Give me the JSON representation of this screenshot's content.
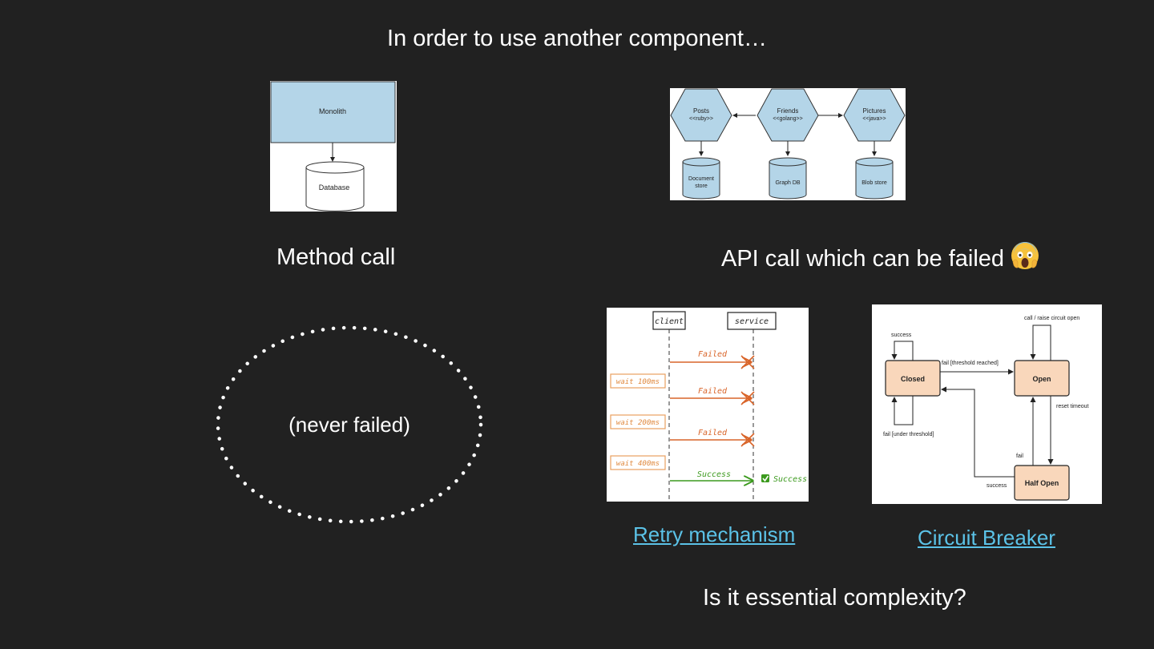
{
  "slide": {
    "title": "In order to use another component…",
    "method_call_label": "Method call",
    "api_call_label": "API call which can be failed",
    "api_call_emoji": "screaming-face-emoji",
    "never_failed_label": "(never failed)",
    "retry_link": "Retry mechanism",
    "circuit_breaker_link": "Circuit Breaker",
    "question": "Is it essential complexity?"
  },
  "monolith_diagram": {
    "monolith": "Monolith",
    "database": "Database"
  },
  "microservices_diagram": {
    "services": [
      {
        "name": "Posts",
        "lang": "<<ruby>>",
        "store": [
          "Document",
          "store"
        ]
      },
      {
        "name": "Friends",
        "lang": "<<golang>>",
        "store": [
          "Graph DB"
        ]
      },
      {
        "name": "Pictures",
        "lang": "<<java>>",
        "store": [
          "Blob store"
        ]
      }
    ]
  },
  "retry_diagram": {
    "client": "client",
    "service": "service",
    "failed": "Failed",
    "waits": [
      "wait 100ms",
      "wait 200ms",
      "wait 400ms"
    ],
    "success": "Success",
    "success_note": "Success"
  },
  "circuit_diagram": {
    "closed": "Closed",
    "open": "Open",
    "half_open": "Half Open",
    "success_top": "success",
    "fail_threshold_reached": "fail [threshold reached]",
    "call_raise": "call / raise circuit open",
    "reset_timeout": "reset timeout",
    "fail_under_threshold": "fail [under threshold]",
    "fail": "fail",
    "success_bottom": "success"
  },
  "colors": {
    "background": "#212121",
    "link": "#5bc2e7",
    "box_blue": "#b4d5e8",
    "state_fill": "#f9d7bb",
    "retry_orange": "#d9652a",
    "retry_green": "#3c9a1e"
  }
}
